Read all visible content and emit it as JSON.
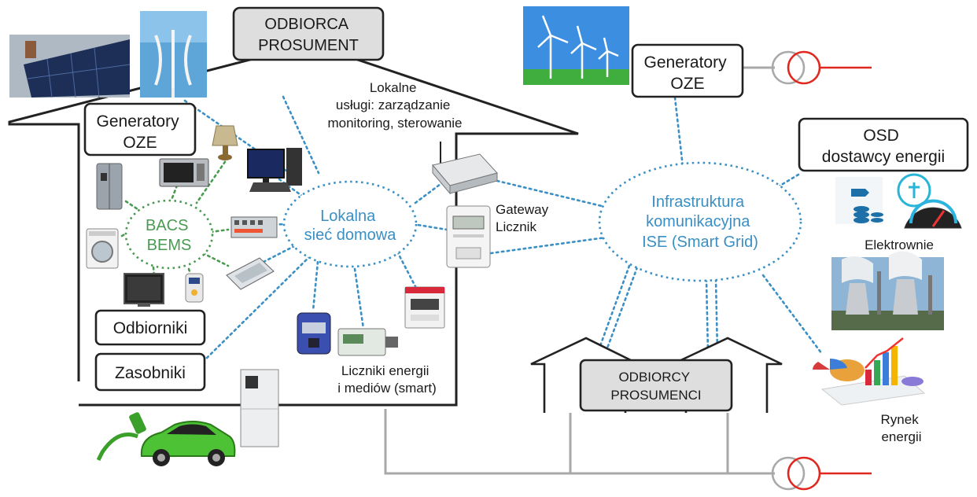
{
  "labels": {
    "odbiorca_prosument": [
      "ODBIORCA",
      "PROSUMENT"
    ],
    "generatory_oze_home": [
      "Generatory",
      "OZE"
    ],
    "generatory_oze_grid": [
      "Generatory",
      "OZE"
    ],
    "lokalne_uslugi": [
      "Lokalne",
      "usługi: zarządzanie",
      "monitoring, sterowanie"
    ],
    "bacs_bems": [
      "BACS",
      "BEMS"
    ],
    "lokalna_siec": [
      "Lokalna",
      "sieć domowa"
    ],
    "gateway_licznik": [
      "Gateway",
      "Licznik"
    ],
    "infrastruktura": [
      "Infrastruktura",
      "komunikacyjna",
      "ISE (Smart Grid)"
    ],
    "osd": [
      "OSD",
      "dostawcy energii"
    ],
    "elektrownie": "Elektrownie",
    "odbiorniki": "Odbiorniki",
    "zasobniki": "Zasobniki",
    "liczniki": [
      "Liczniki energii",
      "i mediów (smart)"
    ],
    "odbiorcy_prosumenci": [
      "ODBIORCY",
      "PROSUMENCI"
    ],
    "rynek": [
      "Rynek",
      "energii"
    ]
  },
  "icons": [
    "solar-panel-roof-icon",
    "vertical-wind-turbine-icon",
    "wind-farm-icon",
    "fridge-icon",
    "microwave-icon",
    "lamp-icon",
    "computer-icon",
    "washing-machine-icon",
    "tv-icon",
    "plug-meter-icon",
    "controller-module-icon",
    "air-conditioner-icon",
    "gateway-router-icon",
    "smart-meter-icon",
    "din-meter-icon",
    "water-meter-icon",
    "heat-meter-icon",
    "electric-car-icon",
    "battery-cabinet-icon",
    "energy-dashboard-icon",
    "power-plant-icon",
    "market-charts-icon",
    "transformer-icon"
  ],
  "colors": {
    "link_blue": "#3a8fc4",
    "bacs_green": "#4a9a52",
    "power_red": "#e0281f",
    "grid_gray": "#a9a9a9",
    "box_fill": "#dedede"
  }
}
